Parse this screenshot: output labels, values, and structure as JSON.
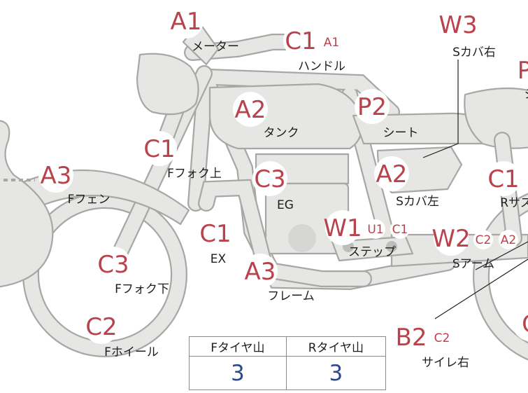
{
  "colors": {
    "code": "#b8434c",
    "label": "#1e1e1e",
    "value": "#2a4a8c",
    "part_fill": "#e6e6e4",
    "part_stroke": "#a7a7a5"
  },
  "parts": [
    {
      "id": "meter",
      "codes": [
        "A1"
      ],
      "label": "メーター"
    },
    {
      "id": "handle",
      "codes": [
        "C1",
        "A1"
      ],
      "label": "ハンドル"
    },
    {
      "id": "s-cover-right",
      "codes": [
        "W3"
      ],
      "label": "Sカバ右"
    },
    {
      "id": "r-cut",
      "codes": [
        "P"
      ],
      "label": "シ"
    },
    {
      "id": "tank",
      "codes": [
        "A2"
      ],
      "label": "タンク"
    },
    {
      "id": "seat",
      "codes": [
        "P2"
      ],
      "label": "シート"
    },
    {
      "id": "f-fork-upper",
      "codes": [
        "C1"
      ],
      "label": "Fフォク上"
    },
    {
      "id": "f-fender",
      "codes": [
        "A3"
      ],
      "label": "Fフェン"
    },
    {
      "id": "eg",
      "codes": [
        "C3"
      ],
      "label": "EG"
    },
    {
      "id": "s-cover-left",
      "codes": [
        "A2"
      ],
      "label": "Sカバ左"
    },
    {
      "id": "r-suspension",
      "codes": [
        "C1"
      ],
      "label": "Rサス"
    },
    {
      "id": "ex",
      "codes": [
        "C1"
      ],
      "label": "EX"
    },
    {
      "id": "step",
      "codes": [
        "W1",
        "U1",
        "C1"
      ],
      "label": "ステップ"
    },
    {
      "id": "s-arm",
      "codes": [
        "W2",
        "C2",
        "A2"
      ],
      "label": "Sアーム"
    },
    {
      "id": "f-fork-lower",
      "codes": [
        "C3"
      ],
      "label": "Fフォク下"
    },
    {
      "id": "frame",
      "codes": [
        "A3"
      ],
      "label": "フレーム"
    },
    {
      "id": "f-wheel",
      "codes": [
        "C2"
      ],
      "label": "Fホイール"
    },
    {
      "id": "silencer-right",
      "codes": [
        "B2",
        "C2"
      ],
      "label": "サイレ右"
    },
    {
      "id": "r-wheel",
      "codes": [
        "C"
      ],
      "label": ""
    }
  ],
  "tire_table": {
    "headers": [
      "Fタイヤ山",
      "Rタイヤ山"
    ],
    "values": [
      "3",
      "3"
    ]
  }
}
